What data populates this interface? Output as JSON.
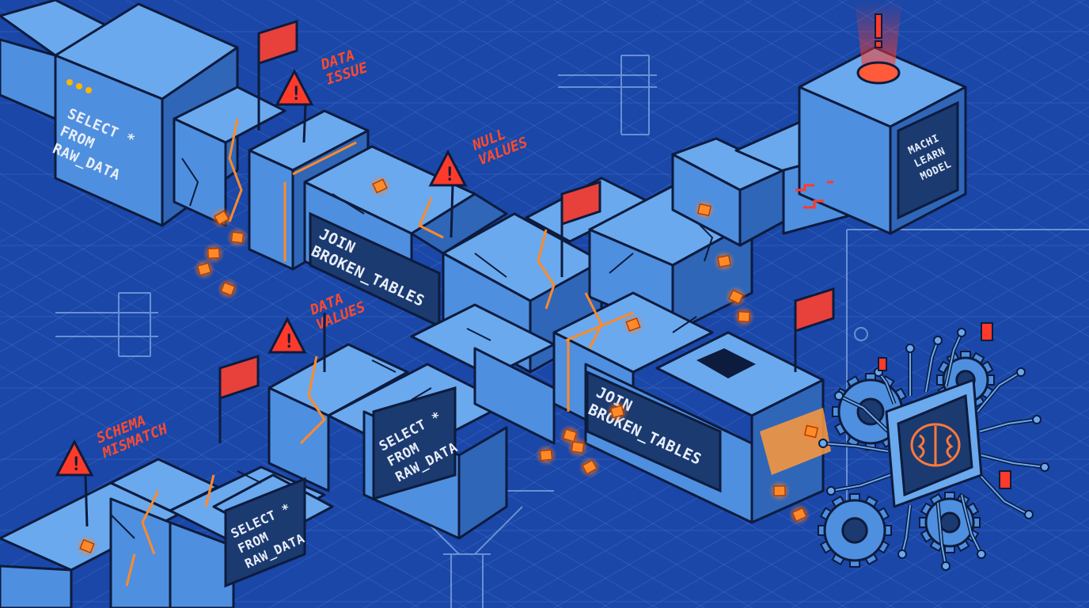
{
  "labels": {
    "query_top_left": [
      "SELECT *",
      "FROM",
      "RAW_DATA"
    ],
    "join_upper": [
      "JOIN",
      "BROKEN_TABLES"
    ],
    "query_middle": [
      "SELECT *",
      "FROM",
      "RAW_DATA"
    ],
    "query_bottom_left": [
      "SELECT *",
      "FROM",
      "RAW_DATA"
    ],
    "join_lower": [
      "JOIN",
      "BROKEN_TABLES"
    ],
    "model_panel": [
      "MACHI",
      "LEARN",
      "MODEL"
    ]
  },
  "warnings": {
    "data_issue": [
      "DATA",
      "ISSUE"
    ],
    "null_values": [
      "NULL",
      "VALUES"
    ],
    "data_values": [
      "DATA",
      "VALUES"
    ],
    "schema_mismatch": [
      "SCHEMA",
      "MISMATCH"
    ]
  },
  "colors": {
    "background": "#1a47a8",
    "pipe": "#4f8fdf",
    "warning": "#ff4a2e",
    "glow": "#ff8a2a"
  }
}
